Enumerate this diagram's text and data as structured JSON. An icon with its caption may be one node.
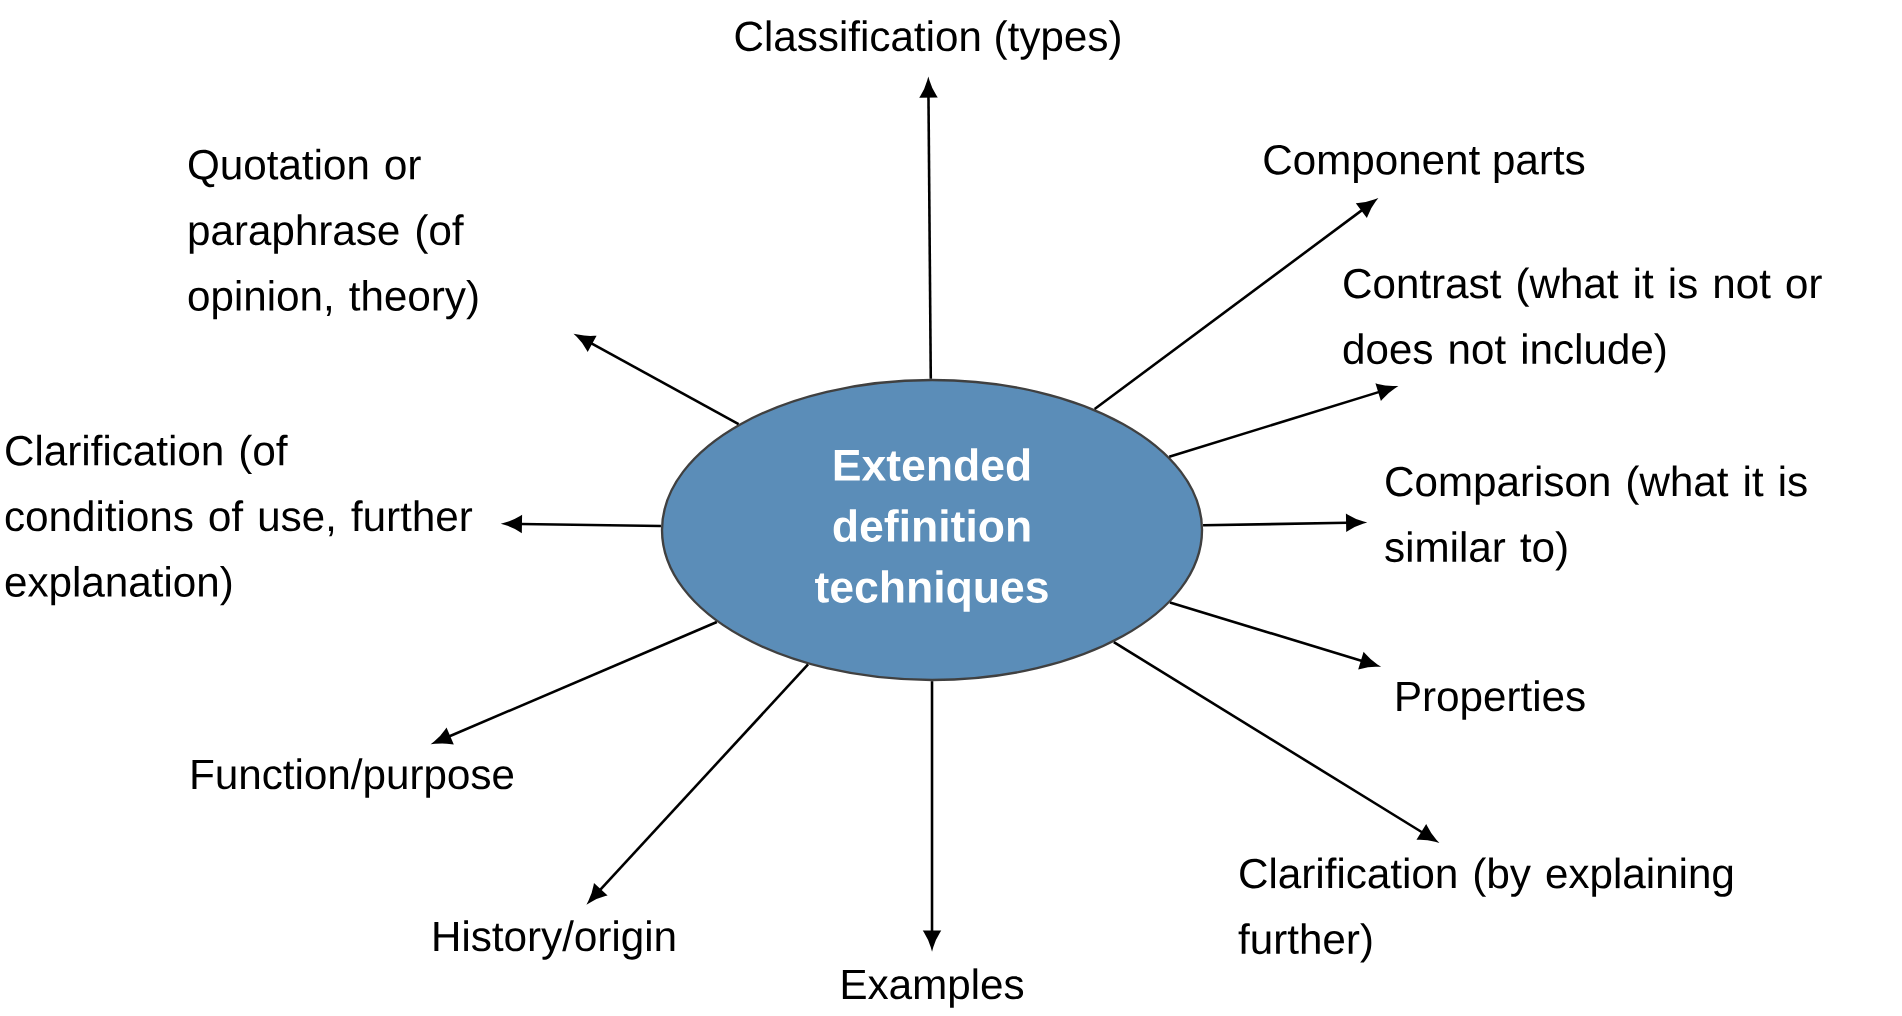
{
  "diagram": {
    "nodes": [
      {
        "text": [
          "Extended definition techniques"
        ]
      },
      {
        "text": [
          "Classification (types)"
        ]
      },
      {
        "text": [
          "Quotation or paraphrase (of opinion, theory)"
        ]
      },
      {
        "text": [
          "Component parts"
        ]
      },
      {
        "text": [
          "Contrast (what it is not or does not include)"
        ]
      },
      {
        "text": [
          "Clarification (of conditions of use, further explanation)"
        ]
      },
      {
        "text": [
          "Comparison (what it is similar to)"
        ]
      },
      {
        "text": [
          "Properties"
        ]
      },
      {
        "text": [
          "Function/purpose"
        ]
      },
      {
        "text": [
          "Clarification (by explaining further)"
        ]
      },
      {
        "text": [
          "History/origin"
        ]
      },
      {
        "text": [
          "Examples"
        ]
      }
    ],
    "edges": [
      {
        "from": 0,
        "to": 1,
        "arrow": "to"
      },
      {
        "from": 0,
        "to": 2,
        "arrow": "to"
      },
      {
        "from": 0,
        "to": 3,
        "arrow": "to"
      },
      {
        "from": 0,
        "to": 4,
        "arrow": "to"
      },
      {
        "from": 0,
        "to": 5,
        "arrow": "to"
      },
      {
        "from": 0,
        "to": 6,
        "arrow": "to"
      },
      {
        "from": 0,
        "to": 7,
        "arrow": "to"
      },
      {
        "from": 0,
        "to": 8,
        "arrow": "to"
      },
      {
        "from": 0,
        "to": 9,
        "arrow": "to"
      },
      {
        "from": 0,
        "to": 10,
        "arrow": "to"
      },
      {
        "from": 0,
        "to": 11,
        "arrow": "to"
      }
    ]
  }
}
